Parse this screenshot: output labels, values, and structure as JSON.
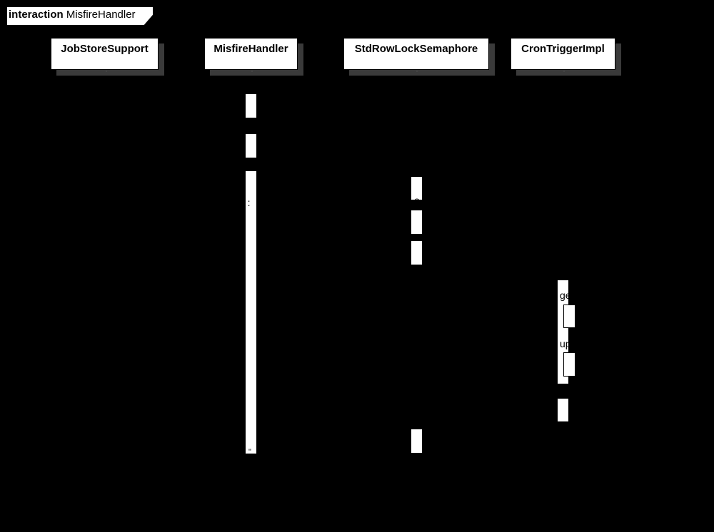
{
  "frame": {
    "keyword": "interaction",
    "name": "MisfireHandler"
  },
  "lifelines": [
    {
      "name": "JobStoreSupport"
    },
    {
      "name": "MisfireHandler"
    },
    {
      "name": "StdRowLockSemaphore"
    },
    {
      "name": "CronTriggerImpl"
    }
  ],
  "fragments": {
    "f1": "5 :",
    "f2": "o",
    "f3": "ge",
    "f4": "up",
    "f5": "\""
  }
}
